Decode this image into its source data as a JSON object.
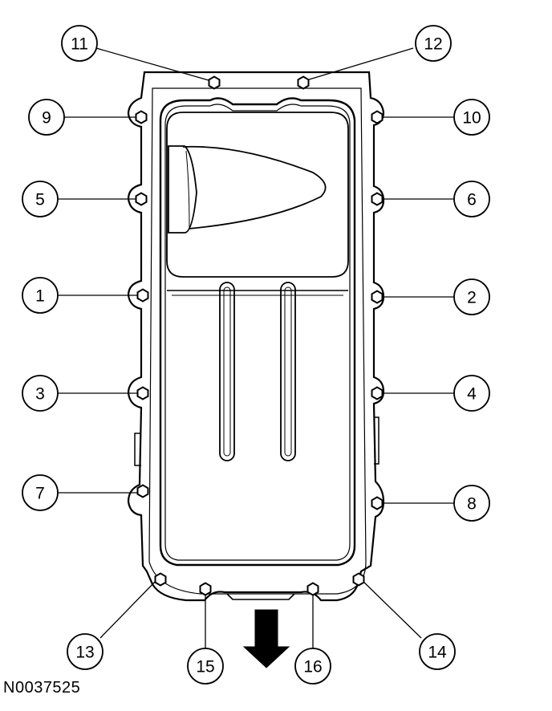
{
  "figure": {
    "id": "N0037525"
  },
  "callouts": [
    {
      "label": "11"
    },
    {
      "label": "12"
    },
    {
      "label": "9"
    },
    {
      "label": "10"
    },
    {
      "label": "5"
    },
    {
      "label": "6"
    },
    {
      "label": "1"
    },
    {
      "label": "2"
    },
    {
      "label": "3"
    },
    {
      "label": "4"
    },
    {
      "label": "7"
    },
    {
      "label": "8"
    },
    {
      "label": "13"
    },
    {
      "label": "14"
    },
    {
      "label": "15"
    },
    {
      "label": "16"
    }
  ],
  "colors": {
    "line": "#000000",
    "background": "#ffffff"
  },
  "icons": {
    "bolt": "hex-bolt-icon",
    "direction": "arrow-down-icon"
  }
}
